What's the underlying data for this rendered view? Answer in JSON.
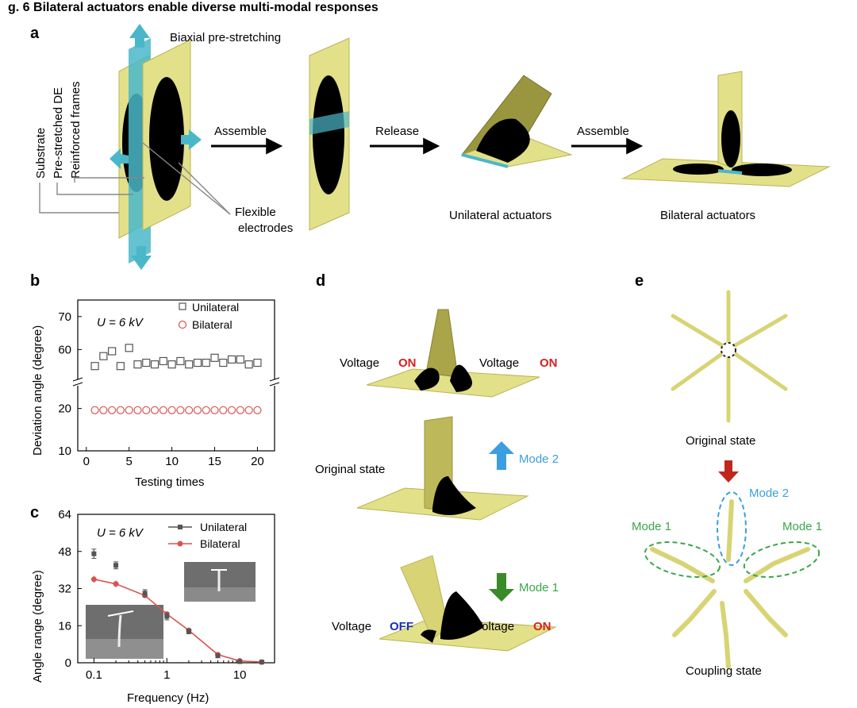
{
  "caption": "g. 6 Bilateral actuators enable diverse multi-modal responses",
  "panel_a": {
    "label": "a",
    "layer_labels": [
      "Substrate",
      "Pre-stretched DE",
      "Reinforced frames"
    ],
    "biaxial": "Biaxial pre-stretching",
    "electrodes": [
      "Flexible",
      "electrodes"
    ],
    "steps": [
      "Assemble",
      "Release",
      "Assemble"
    ],
    "unilateral": "Unilateral actuators",
    "bilateral": "Bilateral actuators"
  },
  "panel_d": {
    "label": "d",
    "voltage": "Voltage",
    "on": "ON",
    "off": "OFF",
    "original": "Original state",
    "mode2": "Mode 2",
    "mode1": "Mode 1"
  },
  "panel_e": {
    "label": "e",
    "original": "Original state",
    "coupling": "Coupling state",
    "mode1": "Mode 1",
    "mode2": "Mode 2"
  },
  "colors": {
    "film": "#e3e08a",
    "film_edge": "#b9b455",
    "frame": "#4ab7c9",
    "electrode": "#000000",
    "unilateral": "#555555",
    "bilateral": "#d9534f",
    "mode1": "#3aa64a",
    "mode2": "#3b9ee0",
    "on": "#d62020",
    "off": "#1a2fb0",
    "arrow_red": "#c0281c"
  },
  "chart_data": [
    {
      "panel": "b",
      "label": "b",
      "type": "scatter",
      "title": "",
      "annotation": "U = 6 kV",
      "xlabel": "Testing times",
      "ylabel": "Deviation angle (degree)",
      "axis_break": [
        25,
        50
      ],
      "xlim": [
        -1,
        22
      ],
      "xticks": [
        "0",
        "5",
        "10",
        "15",
        "20"
      ],
      "yticks": [
        "10",
        "20",
        "60",
        "70"
      ],
      "legend_position": "top-right",
      "series": [
        {
          "name": "Unilateral",
          "marker": "square",
          "x": [
            1,
            2,
            3,
            4,
            5,
            6,
            7,
            8,
            9,
            10,
            11,
            12,
            13,
            14,
            15,
            16,
            17,
            18,
            19,
            20
          ],
          "y": [
            55,
            58,
            59.5,
            55,
            60.5,
            55.5,
            56,
            55.5,
            56.5,
            55.5,
            56.5,
            55.5,
            56,
            56,
            57.5,
            56,
            57,
            57,
            55.5,
            56
          ]
        },
        {
          "name": "Bilateral",
          "marker": "circle",
          "x": [
            1,
            2,
            3,
            4,
            5,
            6,
            7,
            8,
            9,
            10,
            11,
            12,
            13,
            14,
            15,
            16,
            17,
            18,
            19,
            20
          ],
          "y": [
            19.6,
            19.6,
            19.6,
            19.6,
            19.6,
            19.6,
            19.6,
            19.6,
            19.6,
            19.6,
            19.6,
            19.6,
            19.6,
            19.6,
            19.6,
            19.6,
            19.6,
            19.6,
            19.6,
            19.6
          ]
        }
      ]
    },
    {
      "panel": "c",
      "label": "c",
      "type": "line",
      "title": "",
      "annotation": "U = 6 kV",
      "xlabel": "Frequency (Hz)",
      "ylabel": "Angle range (degree)",
      "xscale": "log",
      "xlim": [
        0.06,
        30
      ],
      "ylim": [
        0,
        64
      ],
      "xticks": [
        "0.1",
        "1",
        "10"
      ],
      "yticks": [
        "0",
        "16",
        "32",
        "48",
        "64"
      ],
      "legend_position": "top-right",
      "series": [
        {
          "name": "Unilateral",
          "marker": "square-errorbar",
          "x": [
            0.1,
            0.2,
            0.5,
            1,
            2,
            5,
            10,
            20
          ],
          "y": [
            47,
            42,
            30,
            20,
            13.5,
            3,
            0.5,
            0.3
          ],
          "err": [
            2,
            1.5,
            1.5,
            1.5,
            1,
            0.5,
            0.3,
            0.2
          ]
        },
        {
          "name": "Bilateral",
          "marker": "circle",
          "x": [
            0.1,
            0.2,
            0.5,
            1,
            2,
            5,
            10,
            20
          ],
          "y": [
            36,
            34,
            29,
            21,
            14,
            3.5,
            0.8,
            0.3
          ],
          "err": [
            1.5,
            1.5,
            1,
            1,
            1,
            0.5,
            0.2,
            0.2
          ]
        }
      ]
    }
  ]
}
